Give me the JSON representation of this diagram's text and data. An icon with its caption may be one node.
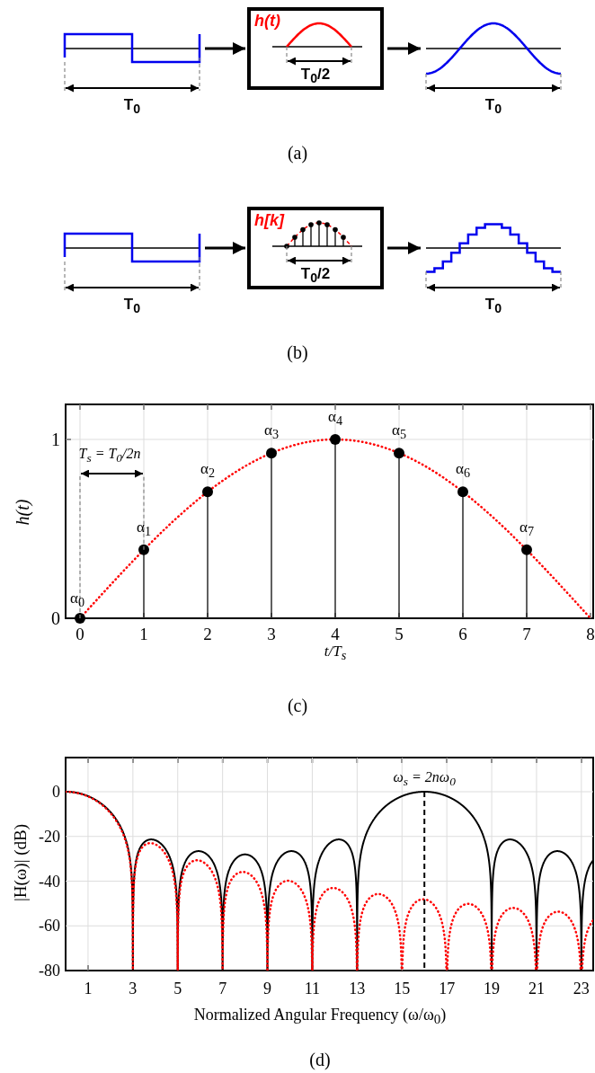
{
  "diagram": {
    "nodes": [
      {
        "text": [
          "T$_{0}$"
        ]
      },
      {
        "text": [
          "h(t)",
          "T$_{0}$/2"
        ]
      },
      {
        "text": [
          "T$_{0}$"
        ]
      },
      {
        "text": [
          "T$_{0}$"
        ]
      },
      {
        "text": [
          "h[k]",
          "T$_{0}$/2"
        ]
      },
      {
        "text": [
          "T$_{0}$"
        ]
      }
    ],
    "edges": [
      {
        "from": 0,
        "to": 1,
        "arrow": "to"
      },
      {
        "from": 1,
        "to": 2,
        "arrow": "to"
      },
      {
        "from": 3,
        "to": 4,
        "arrow": "to"
      },
      {
        "from": 4,
        "to": 5,
        "arrow": "to"
      }
    ],
    "labels": [
      "(a)",
      "(b)",
      "h(t)",
      "1",
      "0",
      "T$_{s}$ = T$_{0}$/2n",
      "α$_{0}$",
      "α$_{1}$",
      "α$_{2}$",
      "α$_{3}$",
      "α$_{4}$",
      "α$_{5}$",
      "α$_{6}$",
      "α$_{7}$",
      "0",
      "1",
      "2",
      "3",
      "4",
      "5",
      "6",
      "7",
      "8",
      "t/T$_{s}$",
      "(c)",
      "|H(ω)| (dB)",
      "0",
      "-20",
      "-40",
      "-60",
      "-80",
      "ω$_{s}$ = 2nω$_{0}$",
      "1",
      "3",
      "5",
      "7",
      "9",
      "11",
      "13",
      "15",
      "17",
      "19",
      "21",
      "23",
      "Normalized Angular Frequency (ω/ω$_{0}$)",
      "(d)"
    ]
  }
}
